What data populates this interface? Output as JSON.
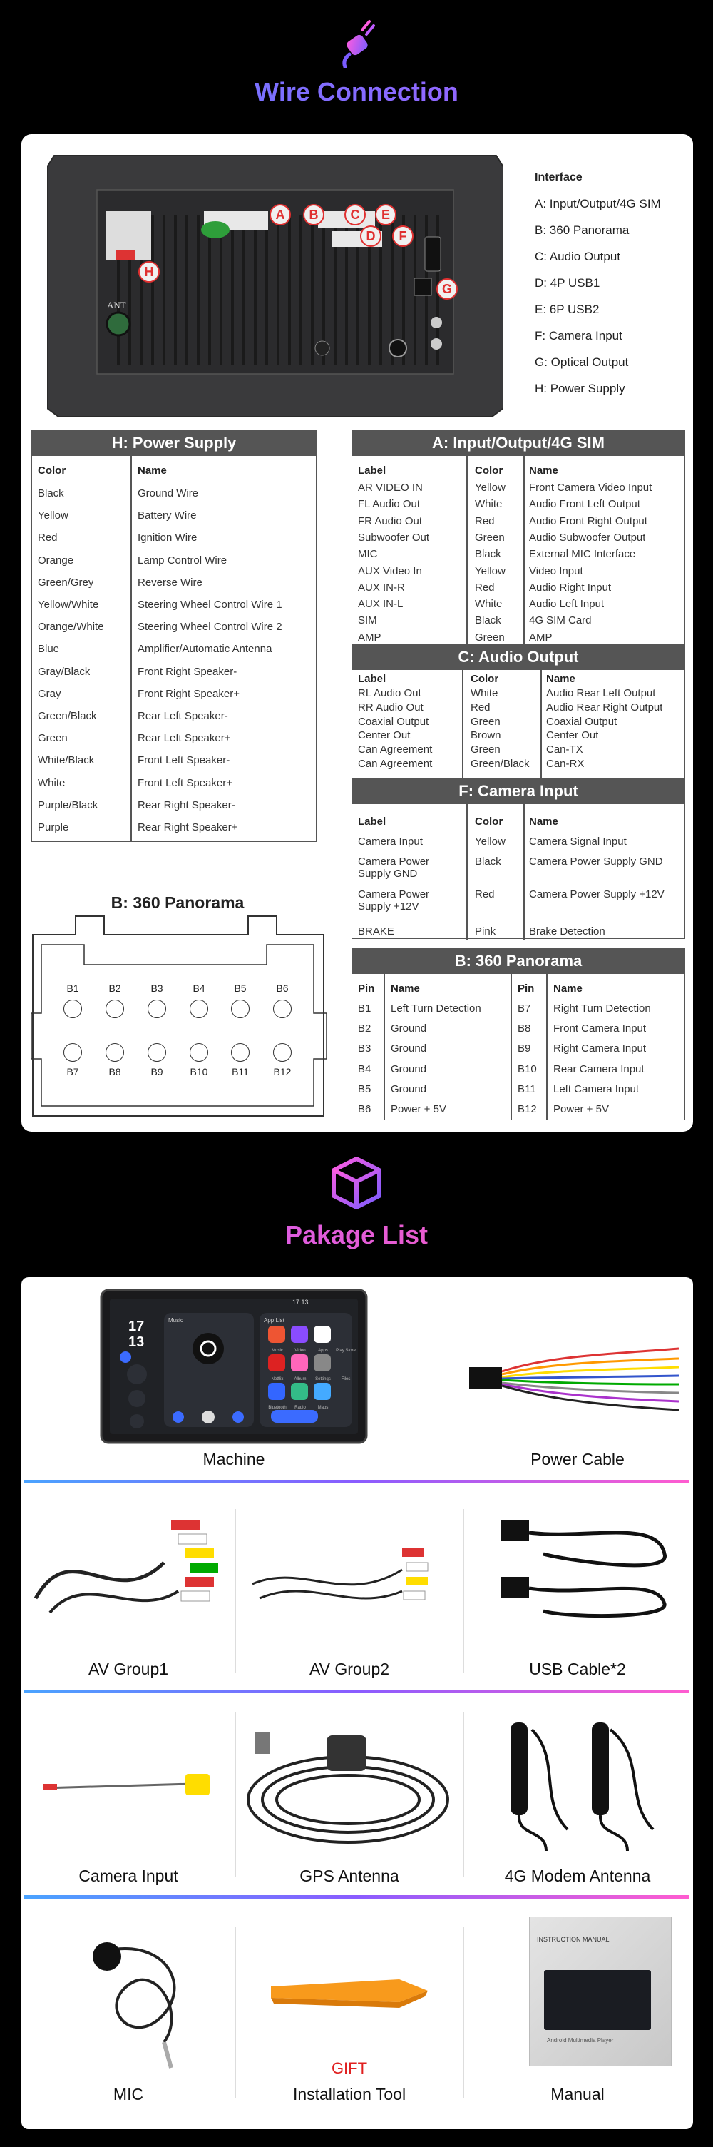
{
  "wire": {
    "title": "Wire Connection",
    "interface": {
      "heading": "Interface",
      "items": [
        "A: Input/Output/4G SIM",
        "B: 360 Panorama",
        "C: Audio Output",
        "D: 4P USB1",
        "E: 6P USB2",
        "F: Camera Input",
        "G: Optical Output",
        "H: Power Supply"
      ]
    },
    "markers": [
      "A",
      "B",
      "C",
      "D",
      "E",
      "F",
      "G",
      "H"
    ],
    "device_label": "ANT"
  },
  "power": {
    "title": "H: Power Supply",
    "col_color": "Color",
    "col_name": "Name",
    "rows": [
      [
        "Black",
        "Ground Wire"
      ],
      [
        "Yellow",
        "Battery Wire"
      ],
      [
        "Red",
        "Ignition Wire"
      ],
      [
        "Orange",
        "Lamp Control Wire"
      ],
      [
        "Green/Grey",
        "Reverse Wire"
      ],
      [
        "Yellow/White",
        "Steering Wheel Control Wire 1"
      ],
      [
        "Orange/White",
        "Steering Wheel Control Wire 2"
      ],
      [
        "Blue",
        "Amplifier/Automatic Antenna"
      ],
      [
        "Gray/Black",
        "Front Right Speaker-"
      ],
      [
        "Gray",
        "Front Right Speaker+"
      ],
      [
        "Green/Black",
        "Rear Left Speaker-"
      ],
      [
        "Green",
        "Rear Left Speaker+"
      ],
      [
        "White/Black",
        "Front Left Speaker-"
      ],
      [
        "White",
        "Front Left Speaker+"
      ],
      [
        "Purple/Black",
        "Rear Right Speaker-"
      ],
      [
        "Purple",
        "Rear Right Speaker+"
      ]
    ]
  },
  "io": {
    "title": "A: Input/Output/4G SIM",
    "headers": [
      "Label",
      "Color",
      "Name"
    ],
    "rows": [
      [
        "AR VIDEO IN",
        "Yellow",
        "Front Camera Video Input"
      ],
      [
        "FL Audio Out",
        "White",
        "Audio Front Left Output"
      ],
      [
        "FR Audio Out",
        "Red",
        "Audio Front Right Output"
      ],
      [
        "Subwoofer Out",
        "Green",
        "Audio Subwoofer Output"
      ],
      [
        "MIC",
        "Black",
        "External MIC Interface"
      ],
      [
        "AUX Video In",
        "Yellow",
        "Video Input"
      ],
      [
        "AUX IN-R",
        "Red",
        "Audio Right Input"
      ],
      [
        "AUX IN-L",
        "White",
        "Audio Left Input"
      ],
      [
        "SIM",
        "Black",
        "4G SIM Card"
      ],
      [
        "AMP",
        "Green",
        "AMP"
      ]
    ]
  },
  "audio": {
    "title": "C: Audio Output",
    "headers": [
      "Label",
      "Color",
      "Name"
    ],
    "rows": [
      [
        "RL Audio Out",
        "White",
        "Audio Rear Left Output"
      ],
      [
        "RR Audio Out",
        "Red",
        "Audio Rear Right Output"
      ],
      [
        "Coaxial Output",
        "Green",
        "Coaxial Output"
      ],
      [
        "Center Out",
        "Brown",
        "Center Out"
      ],
      [
        "Can Agreement",
        "Green",
        "Can-TX"
      ],
      [
        "Can Agreement",
        "Green/Black",
        "Can-RX"
      ]
    ]
  },
  "camera": {
    "title": "F: Camera Input",
    "headers": [
      "Label",
      "Color",
      "Name"
    ],
    "rows": [
      [
        "Camera Input",
        "Yellow",
        "Camera Signal Input"
      ],
      [
        "Camera Power Supply GND",
        "Black",
        "Camera Power Supply GND"
      ],
      [
        "Camera Power Supply +12V",
        "Red",
        "Camera Power Supply +12V"
      ],
      [
        "BRAKE",
        "Pink",
        "Brake Detection"
      ]
    ]
  },
  "panorama_diagram": {
    "title": "B: 360 Panorama",
    "top_pins": [
      "B1",
      "B2",
      "B3",
      "B4",
      "B5",
      "B6"
    ],
    "bottom_pins": [
      "B7",
      "B8",
      "B9",
      "B10",
      "B11",
      "B12"
    ]
  },
  "panorama": {
    "title": "B: 360 Panorama",
    "headers": [
      "Pin",
      "Name",
      "Pin",
      "Name"
    ],
    "rows": [
      [
        "B1",
        "Left Turn Detection",
        "B7",
        "Right Turn Detection"
      ],
      [
        "B2",
        "Ground",
        "B8",
        "Front Camera Input"
      ],
      [
        "B3",
        "Ground",
        "B9",
        "Right Camera Input"
      ],
      [
        "B4",
        "Ground",
        "B10",
        "Rear Camera Input"
      ],
      [
        "B5",
        "Ground",
        "B11",
        "Left Camera Input"
      ],
      [
        "B6",
        "Power + 5V",
        "B12",
        "Power + 5V"
      ]
    ]
  },
  "package": {
    "title": "Pakage List",
    "items": [
      "Machine",
      "Power Cable",
      "AV Group1",
      "AV Group2",
      "USB Cable*2",
      "Camera Input",
      "GPS Antenna",
      "4G Modem Antenna",
      "MIC",
      "Installation Tool",
      "Manual"
    ],
    "gift_label": "GIFT",
    "screen": {
      "time_h": "17",
      "time_m": "13",
      "status_time": "17:13",
      "music_label": "Music",
      "apps_label": "App List",
      "app_names": [
        "Music",
        "Video",
        "Apps",
        "Play Store",
        "Netflix",
        "Album",
        "Settings",
        "Bluetooth",
        "Radio",
        "Maps",
        "Files"
      ]
    },
    "manual": {
      "heading": "INSTRUCTION MANUAL",
      "subtitle": "Android Multimedia Player"
    }
  },
  "colors": {
    "accent_blue": "#5b7bff",
    "accent_purple": "#b05cff",
    "accent_pink": "#ff5cb0",
    "header_gray": "#555555",
    "marker_red": "#e03030",
    "gift_red": "#e02020"
  }
}
